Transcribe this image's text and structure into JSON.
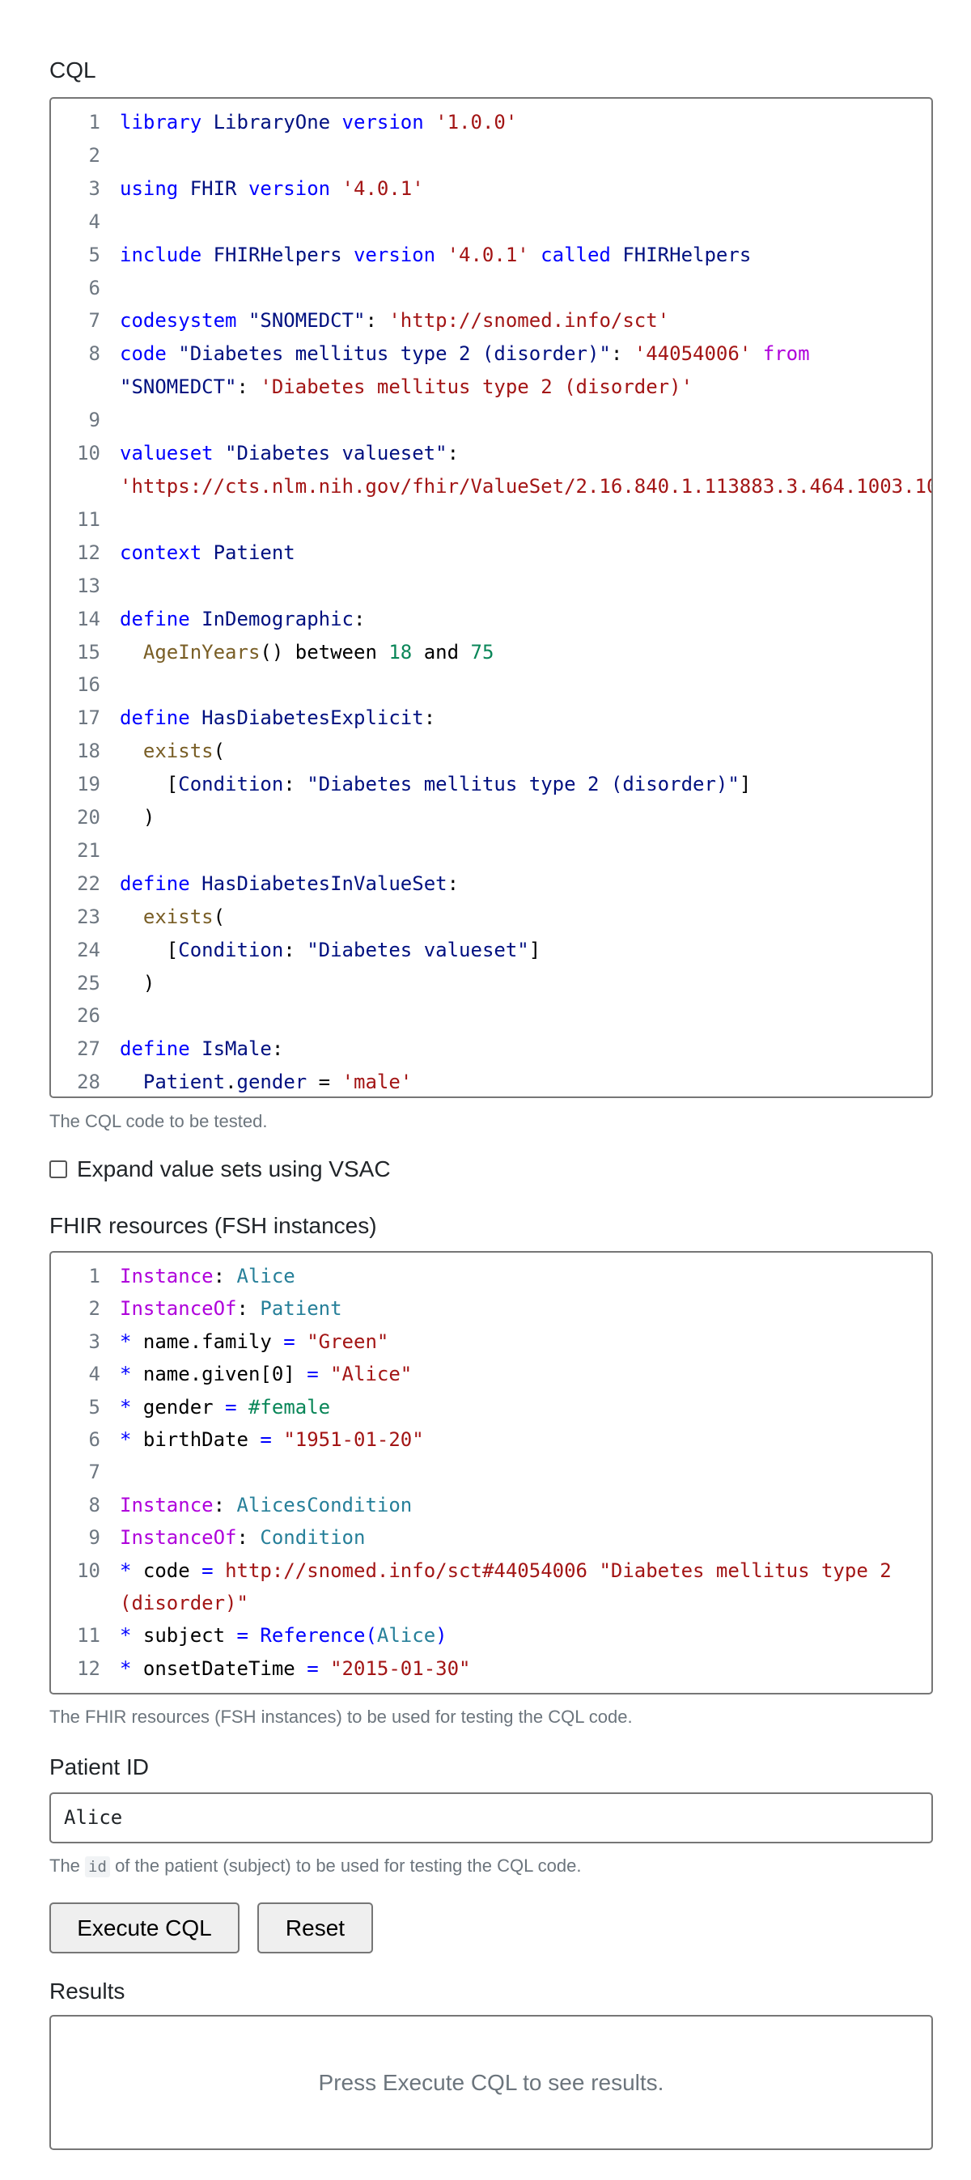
{
  "cql": {
    "label": "CQL",
    "help": "The CQL code to be tested.",
    "lines": [
      [
        [
          "kw",
          "library "
        ],
        [
          "id",
          "LibraryOne "
        ],
        [
          "kw",
          "version "
        ],
        [
          "str",
          "'1.0.0'"
        ]
      ],
      [],
      [
        [
          "kw",
          "using "
        ],
        [
          "id",
          "FHIR "
        ],
        [
          "kw",
          "version "
        ],
        [
          "str",
          "'4.0.1'"
        ]
      ],
      [],
      [
        [
          "kw",
          "include "
        ],
        [
          "id",
          "FHIRHelpers "
        ],
        [
          "kw",
          "version "
        ],
        [
          "str",
          "'4.0.1' "
        ],
        [
          "kw",
          "called "
        ],
        [
          "id",
          "FHIRHelpers"
        ]
      ],
      [],
      [
        [
          "kw",
          "codesystem "
        ],
        [
          "id",
          "\"SNOMEDCT\""
        ],
        [
          "plain",
          ": "
        ],
        [
          "str",
          "'http://snomed.info/sct'"
        ]
      ],
      [
        [
          "kw",
          "code "
        ],
        [
          "id",
          "\"Diabetes mellitus type 2 (disorder)\""
        ],
        [
          "plain",
          ": "
        ],
        [
          "str",
          "'44054006' "
        ],
        [
          "mag",
          "from "
        ],
        [
          "id",
          "\"SNOMEDCT\""
        ],
        [
          "plain",
          ": "
        ],
        [
          "str",
          "'Diabetes mellitus type 2 (disorder)'"
        ]
      ],
      [],
      [
        [
          "kw",
          "valueset "
        ],
        [
          "id",
          "\"Diabetes valueset\""
        ],
        [
          "plain",
          ": "
        ],
        [
          "str",
          "'https://cts.nlm.nih.gov/fhir/ValueSet/2.16.840.1.113883.3.464.1003.10"
        ]
      ],
      [],
      [
        [
          "kw",
          "context "
        ],
        [
          "id",
          "Patient"
        ]
      ],
      [],
      [
        [
          "kw",
          "define "
        ],
        [
          "id",
          "InDemographic"
        ],
        [
          "plain",
          ":"
        ]
      ],
      [
        [
          "plain",
          "  "
        ],
        [
          "fn",
          "AgeInYears"
        ],
        [
          "plain",
          "() between "
        ],
        [
          "num",
          "18"
        ],
        [
          "plain",
          " and "
        ],
        [
          "num",
          "75"
        ]
      ],
      [],
      [
        [
          "kw",
          "define "
        ],
        [
          "id",
          "HasDiabetesExplicit"
        ],
        [
          "plain",
          ":"
        ]
      ],
      [
        [
          "plain",
          "  "
        ],
        [
          "fn",
          "exists"
        ],
        [
          "plain",
          "("
        ]
      ],
      [
        [
          "plain",
          "    ["
        ],
        [
          "id",
          "Condition"
        ],
        [
          "plain",
          ": "
        ],
        [
          "id",
          "\"Diabetes mellitus type 2 (disorder)\""
        ],
        [
          "plain",
          "]"
        ]
      ],
      [
        [
          "plain",
          "  )"
        ]
      ],
      [],
      [
        [
          "kw",
          "define "
        ],
        [
          "id",
          "HasDiabetesInValueSet"
        ],
        [
          "plain",
          ":"
        ]
      ],
      [
        [
          "plain",
          "  "
        ],
        [
          "fn",
          "exists"
        ],
        [
          "plain",
          "("
        ]
      ],
      [
        [
          "plain",
          "    ["
        ],
        [
          "id",
          "Condition"
        ],
        [
          "plain",
          ": "
        ],
        [
          "id",
          "\"Diabetes valueset\""
        ],
        [
          "plain",
          "]"
        ]
      ],
      [
        [
          "plain",
          "  )"
        ]
      ],
      [],
      [
        [
          "kw",
          "define "
        ],
        [
          "id",
          "IsMale"
        ],
        [
          "plain",
          ":"
        ]
      ],
      [
        [
          "plain",
          "  "
        ],
        [
          "id",
          "Patient"
        ],
        [
          "plain",
          "."
        ],
        [
          "id",
          "gender"
        ],
        [
          "plain",
          " = "
        ],
        [
          "str",
          "'male'"
        ]
      ]
    ]
  },
  "vsac": {
    "label": "Expand value sets using VSAC",
    "checked": false
  },
  "fsh": {
    "label": "FHIR resources (FSH instances)",
    "help": "The FHIR resources (FSH instances) to be used for testing the CQL code.",
    "lines": [
      [
        [
          "mag",
          "Instance"
        ],
        [
          "plain",
          ": "
        ],
        [
          "teal",
          "Alice"
        ]
      ],
      [
        [
          "mag",
          "InstanceOf"
        ],
        [
          "plain",
          ": "
        ],
        [
          "teal",
          "Patient"
        ]
      ],
      [
        [
          "kw",
          "* "
        ],
        [
          "plain",
          "name.family "
        ],
        [
          "kw",
          "= "
        ],
        [
          "str",
          "\"Green\""
        ]
      ],
      [
        [
          "kw",
          "* "
        ],
        [
          "plain",
          "name.given[0] "
        ],
        [
          "kw",
          "= "
        ],
        [
          "str",
          "\"Alice\""
        ]
      ],
      [
        [
          "kw",
          "* "
        ],
        [
          "plain",
          "gender "
        ],
        [
          "kw",
          "= "
        ],
        [
          "num",
          "#female"
        ]
      ],
      [
        [
          "kw",
          "* "
        ],
        [
          "plain",
          "birthDate "
        ],
        [
          "kw",
          "= "
        ],
        [
          "str",
          "\"1951-01-20\""
        ]
      ],
      [],
      [
        [
          "mag",
          "Instance"
        ],
        [
          "plain",
          ": "
        ],
        [
          "teal",
          "AlicesCondition"
        ]
      ],
      [
        [
          "mag",
          "InstanceOf"
        ],
        [
          "plain",
          ": "
        ],
        [
          "teal",
          "Condition"
        ]
      ],
      [
        [
          "kw",
          "* "
        ],
        [
          "plain",
          "code "
        ],
        [
          "kw",
          "= "
        ],
        [
          "str",
          "http://snomed.info/sct#44054006 \"Diabetes mellitus type 2 (disorder)\""
        ]
      ],
      [
        [
          "kw",
          "* "
        ],
        [
          "plain",
          "subject "
        ],
        [
          "kw",
          "= "
        ],
        [
          "kw",
          "Reference("
        ],
        [
          "teal",
          "Alice"
        ],
        [
          "kw",
          ")"
        ]
      ],
      [
        [
          "kw",
          "* "
        ],
        [
          "plain",
          "onsetDateTime "
        ],
        [
          "kw",
          "= "
        ],
        [
          "str",
          "\"2015-01-30\""
        ]
      ]
    ]
  },
  "patient": {
    "label": "Patient ID",
    "value": "Alice",
    "help_pre": "The",
    "help_code": "id",
    "help_post": "of the patient (subject) to be used for testing the CQL code."
  },
  "buttons": {
    "execute": "Execute CQL",
    "reset": "Reset"
  },
  "results": {
    "label": "Results",
    "placeholder": "Press Execute CQL to see results."
  }
}
